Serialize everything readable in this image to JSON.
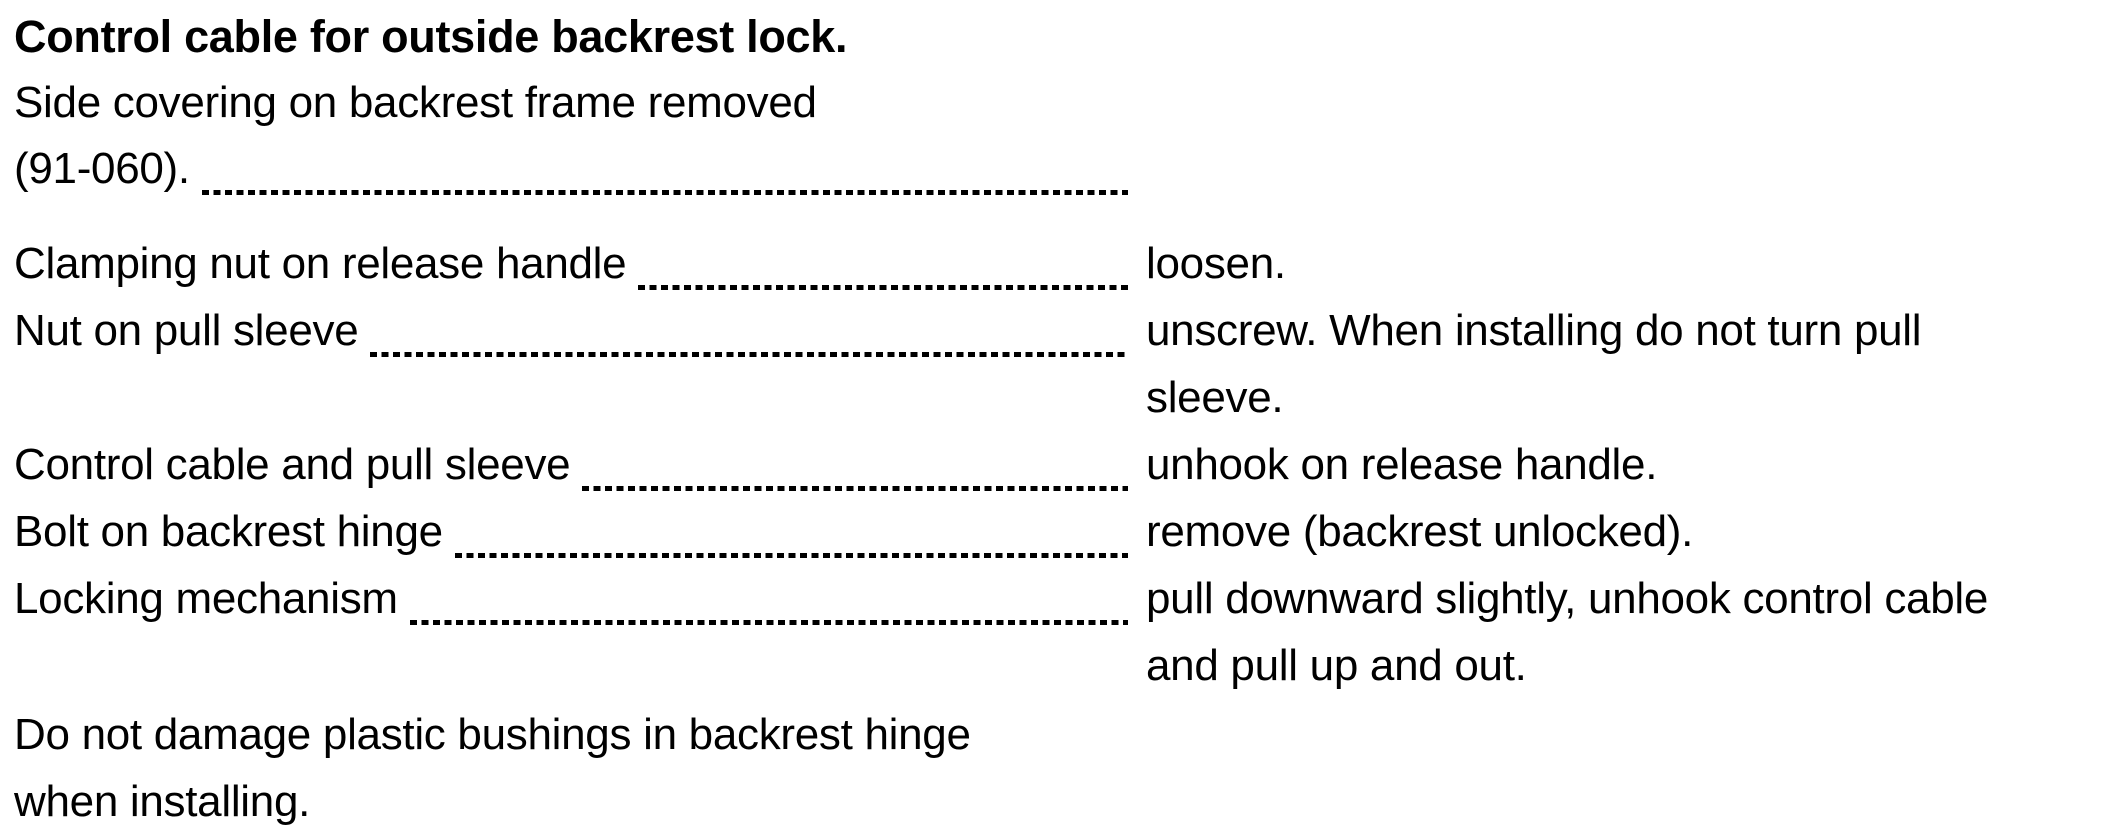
{
  "header": {
    "title": "Control cable for outside backrest lock.",
    "subtitle_line1": "Side covering on backrest frame removed",
    "subtitle_line2": "(91-060)."
  },
  "procedure": {
    "rows": [
      {
        "item": "Clamping nut on release handle",
        "action": "loosen."
      },
      {
        "item": "Nut on pull sleeve",
        "action": "unscrew. When installing do not turn pull\nsleeve."
      },
      {
        "item": "Control cable and pull sleeve",
        "action": "unhook on release handle."
      },
      {
        "item": "Bolt on backrest hinge",
        "action": "remove (backrest unlocked)."
      },
      {
        "item": "Locking mechanism",
        "action": "pull downward slightly, unhook control cable\nand pull up and out."
      }
    ]
  },
  "note": "Do not damage plastic bushings in backrest hinge\nwhen installing.",
  "colors": {
    "text": "#000000",
    "background": "#ffffff"
  }
}
